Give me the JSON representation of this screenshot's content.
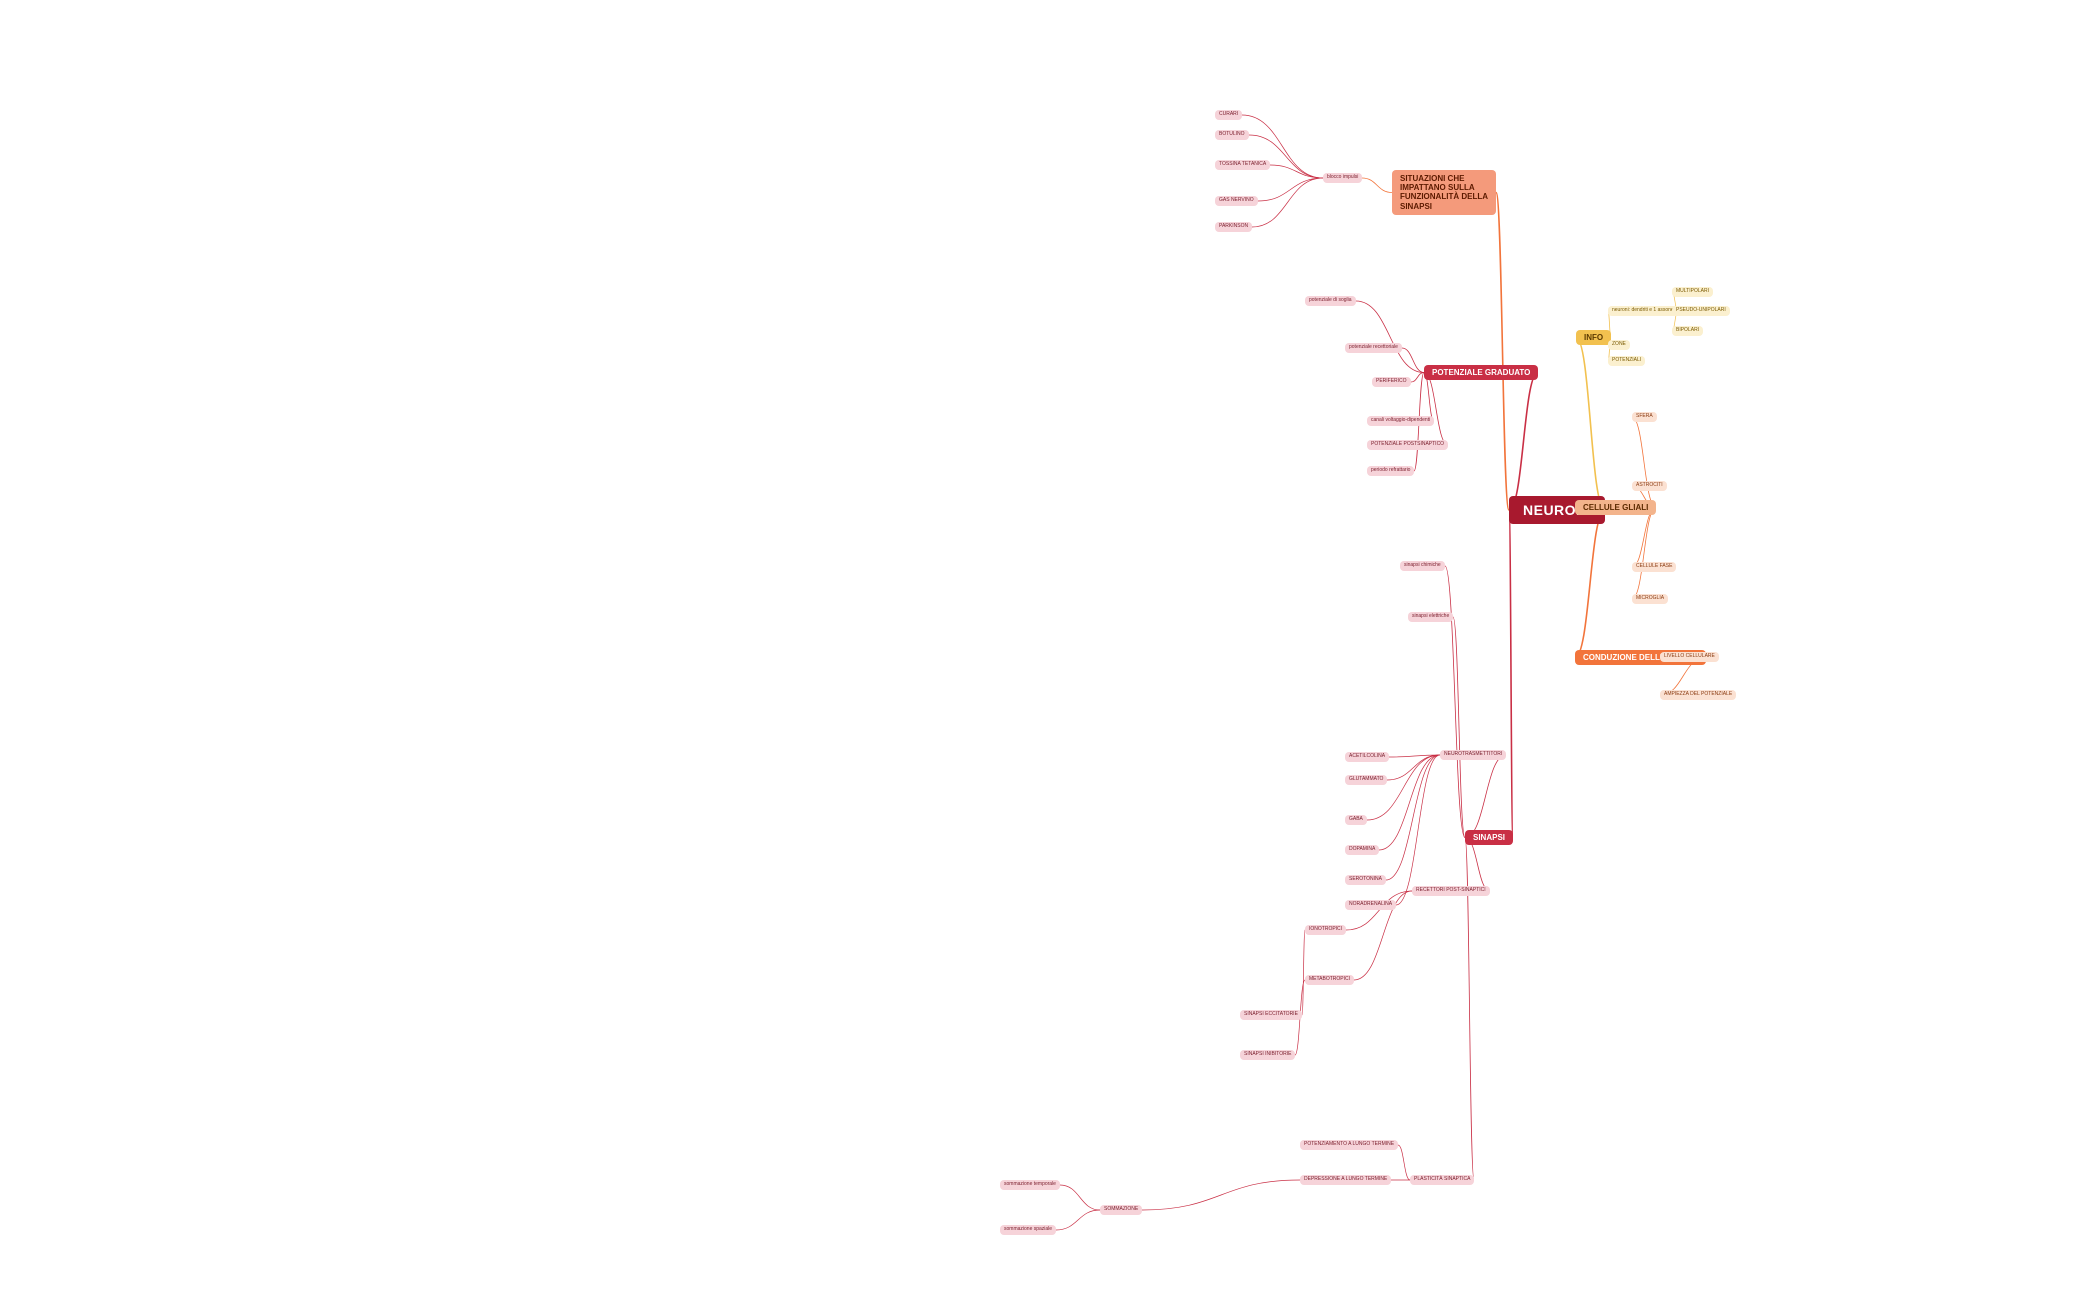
{
  "center": {
    "label": "NEURONI"
  },
  "branches": {
    "potenziale": "POTENZIALE GRADUATO",
    "sinapsi": "SINAPSI",
    "info": "INFO",
    "cellule": "CELLULE GLIALI",
    "conduzione": "CONDUZIONE DELL'IMPULSO",
    "situazioni": "SITUAZIONI CHE IMPATTANO SULLA FUNZIONALITÀ DELLA SINAPSI"
  },
  "colors": {
    "red": "#c92f45",
    "orange": "#f2743b",
    "gold": "#f2c14f",
    "center": "#a8192e"
  },
  "sub": {
    "info": {
      "neuroni": "neuroni: dendriti e 1 assone",
      "multipolari": "MULTIPOLARI",
      "pseudo": "PSEUDO-UNIPOLARI",
      "bipolari": "BIPOLARI",
      "zone": "ZONE",
      "potenziali": "POTENZIALI"
    },
    "cellule": {
      "sfera": "SFERA",
      "astrociti": "ASTROCITI",
      "microglia": "MICROGLIA",
      "cellule_fase": "CELLULE FASE"
    },
    "conduzione": {
      "livello": "LIVELLO CELLULARE",
      "ampiezza": "AMPIEZZA DEL POTENZIALE"
    },
    "situazioni": {
      "blocco": "blocco impulsi",
      "curari": "CURARI",
      "botulino": "BOTULINO",
      "tetanica": "TOSSINA TETANICA",
      "nervino": "GAS NERVINO",
      "parkinson": "PARKINSON"
    },
    "potenziale": {
      "soglia": "potenziale di soglia",
      "recettoriale": "potenziale recettoriale",
      "postsinaptico": "POTENZIALE POSTSINAPTICO",
      "canali": "canali voltaggio-dipendenti",
      "refrattario": "periodo refrattario",
      "periferico": "PERIFERICO"
    },
    "sinapsi": {
      "chimiche": "sinapsi chimiche",
      "elettriche": "sinapsi elettriche",
      "neurotrasmettitori": "NEUROTRASMETTITORI",
      "recettori": "RECETTORI POST-SINAPTICI",
      "ionotropici": "IONOTROPICI",
      "metabotropici": "METABOTROPICI",
      "acetilcolina": "ACETILCOLINA",
      "glutammato": "GLUTAMMATO",
      "gaba": "GABA",
      "dopamina": "DOPAMINA",
      "serotonina": "SEROTONINA",
      "noradrenalina": "NORADRENALINA",
      "eccitatorie": "SINAPSI ECCITATORIE",
      "inibitorie": "SINAPSI INIBITORIE",
      "plasticita": "PLASTICITÀ SINAPTICA",
      "potenziamento": "POTENZIAMENTO A LUNGO TERMINE",
      "depressione": "DEPRESSIONE A LUNGO TERMINE",
      "somma": "SOMMAZIONE",
      "temporale": "sommazione temporale",
      "spaziale": "sommazione spaziale"
    }
  }
}
